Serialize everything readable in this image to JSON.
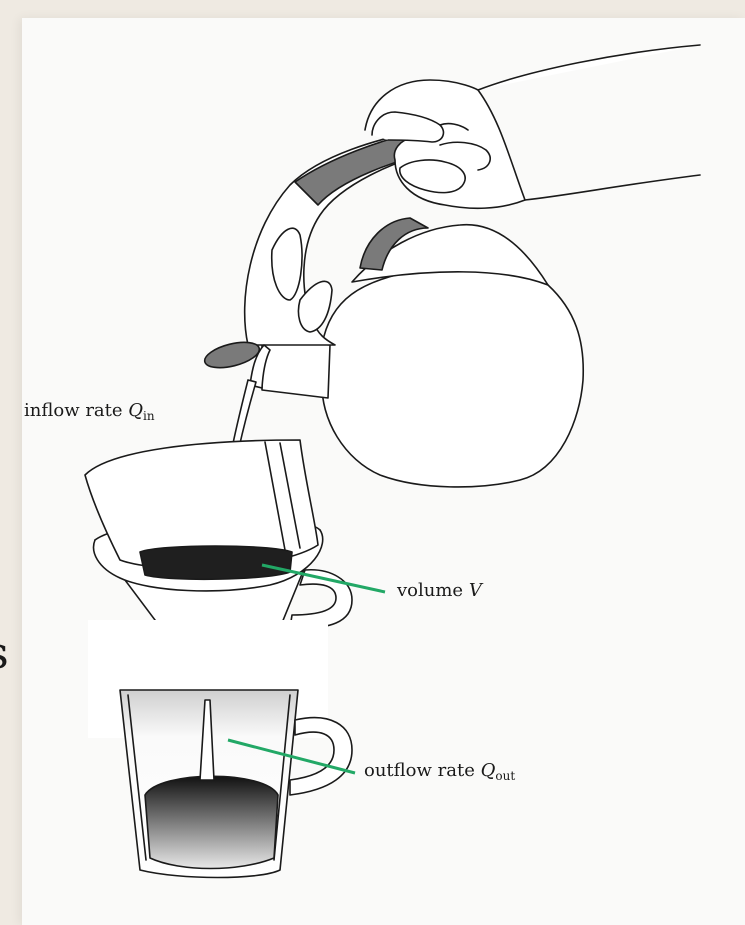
{
  "labels": {
    "inflow_text": "inflow rate",
    "inflow_symbol": "Q",
    "inflow_sub": "in",
    "volume_text": "volume",
    "volume_symbol": "V",
    "outflow_text": "outflow rate",
    "outflow_symbol": "Q",
    "outflow_sub": "out"
  },
  "partial_text": "is",
  "colors": {
    "leader_line": "#22a866",
    "coffee": "#1f1f1f",
    "handle_gray": "#7a7a7a",
    "page": "#fafaf9",
    "border": "#efeae2"
  }
}
